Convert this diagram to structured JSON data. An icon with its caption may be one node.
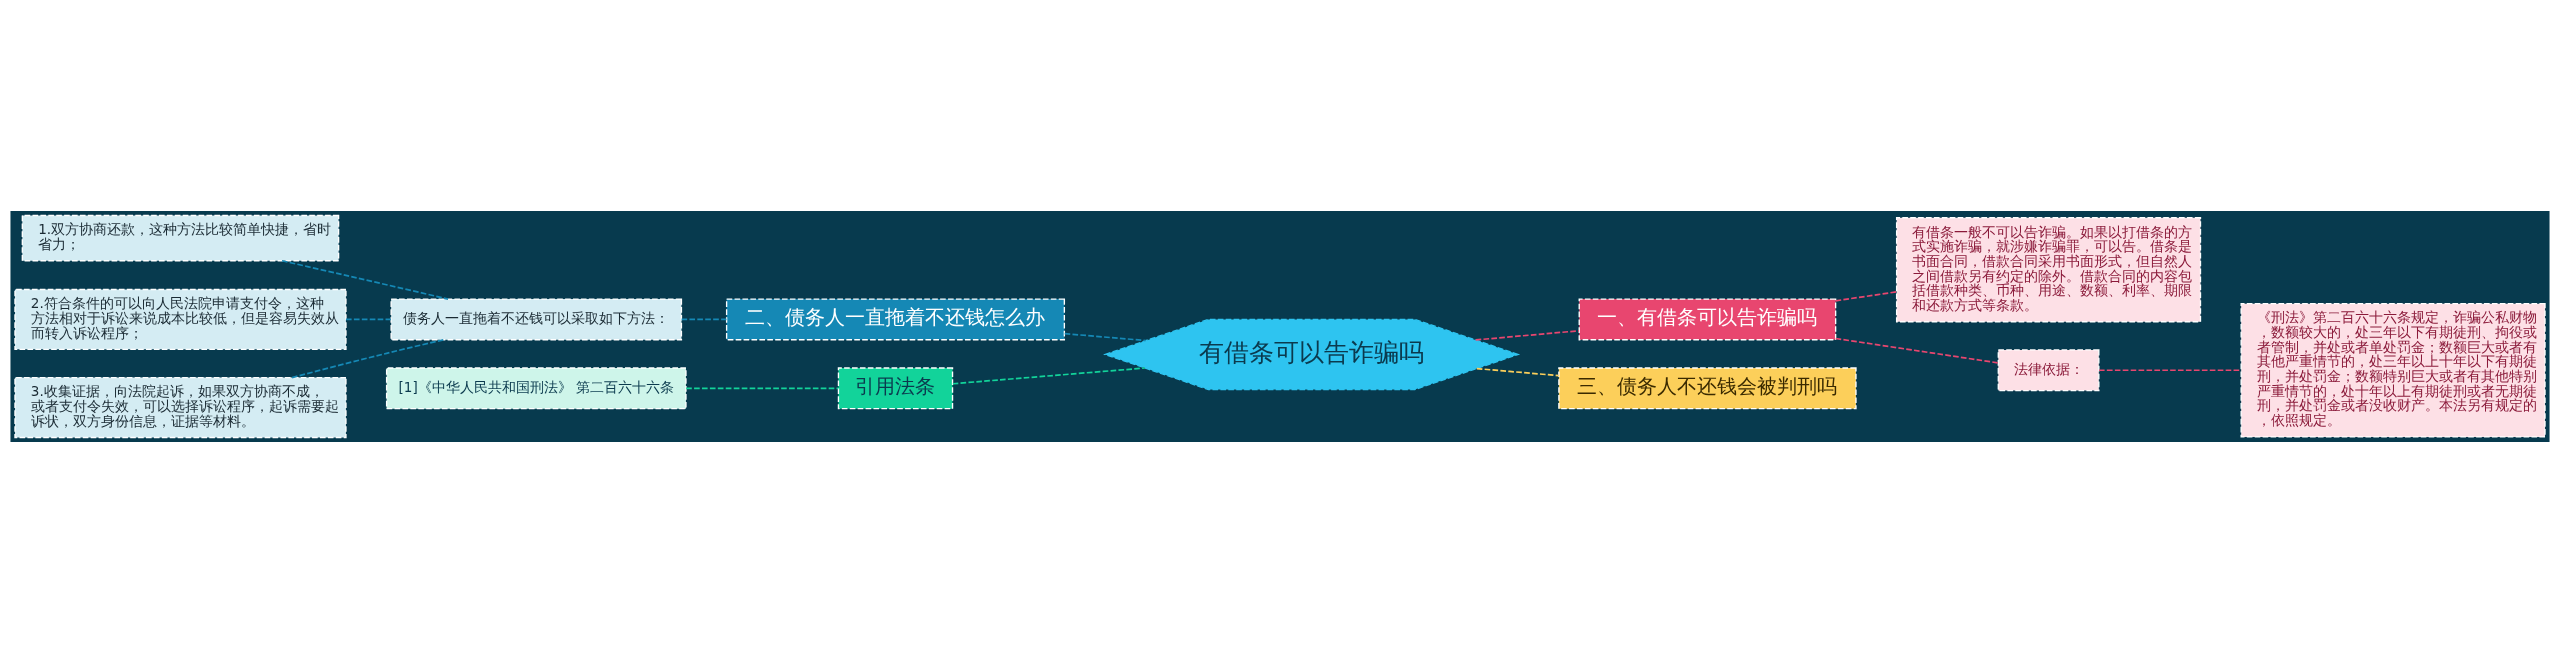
{
  "diagram": {
    "nodes": [
      {
        "text": [
          "有借条可以告诈骗吗"
        ]
      },
      {
        "text": [
          "一、有借条可以告诈骗吗"
        ]
      },
      {
        "text": [
          "有借条一般不可以告诈骗。如果以打借条的方式实施诈骗，就涉嫌诈骗罪，可以告。借条是书面合同，借款合同采用书面形式，但自然人之间借款另有约定的除外。借款合同的内容包括借款种类、币种、用途、数额、利率、期限和还款方式等条款。"
        ]
      },
      {
        "text": [
          "法律依据："
        ]
      },
      {
        "text": [
          "《刑法》第二百六十六条规定，诈骗公私财物，数额较大的，处三年以下有期徒刑、拘役或者管制，并处或者单处罚金；数额巨大或者有其他严重情节的，处三年以上十年以下有期徒刑，并处罚金；数额特别巨大或者有其他特别严重情节的，处十年以上有期徒刑或者无期徒刑，并处罚金或者没收财产。本法另有规定的，依照规定。"
        ]
      },
      {
        "text": [
          "二、债务人一直拖着不还钱怎么办"
        ]
      },
      {
        "text": [
          "债务人一直拖着不还钱可以采取如下方法："
        ]
      },
      {
        "text": [
          "1.双方协商还款，这种方法比较简单快捷，省时省力；"
        ]
      },
      {
        "text": [
          "2.符合条件的可以向人民法院申请支付令，这种方法相对于诉讼来说成本比较低，但是容易失效从而转入诉讼程序；"
        ]
      },
      {
        "text": [
          "3.收集证据，向法院起诉，如果双方协商不成，或者支付令失效，可以选择诉讼程序，起诉需要起诉状，双方身份信息，证据等材料。"
        ]
      },
      {
        "text": [
          "三、债务人不还钱会被判刑吗"
        ]
      },
      {
        "text": [
          "引用法条"
        ]
      },
      {
        "text": [
          "[1]《中华人民共和国刑法》 第二百六十六条"
        ]
      }
    ],
    "edges": [
      {
        "from": 0,
        "to": 1,
        "arrow": "none",
        "style": "dashed",
        "color": "#e8466f"
      },
      {
        "from": 1,
        "to": 2,
        "arrow": "none",
        "style": "dashed",
        "color": "#e8466f"
      },
      {
        "from": 1,
        "to": 3,
        "arrow": "none",
        "style": "dashed",
        "color": "#e8466f"
      },
      {
        "from": 3,
        "to": 4,
        "arrow": "none",
        "style": "dashed",
        "color": "#e8466f"
      },
      {
        "from": 0,
        "to": 5,
        "arrow": "none",
        "style": "dashed"
      },
      {
        "from": 5,
        "to": 6,
        "arrow": "none",
        "style": "dashed"
      },
      {
        "from": 6,
        "to": 7,
        "arrow": "none",
        "style": "dashed"
      },
      {
        "from": 6,
        "to": 8,
        "arrow": "none",
        "style": "dashed"
      },
      {
        "from": 6,
        "to": 9,
        "arrow": "none",
        "style": "dashed"
      },
      {
        "from": 0,
        "to": 10,
        "arrow": "none",
        "style": "dashed",
        "color": "#fccf5a"
      },
      {
        "from": 0,
        "to": 11,
        "arrow": "none",
        "style": "dashed",
        "color": "#12d39a"
      },
      {
        "from": 11,
        "to": 12,
        "arrow": "none",
        "style": "dashed",
        "color": "#12d39a"
      }
    ]
  }
}
